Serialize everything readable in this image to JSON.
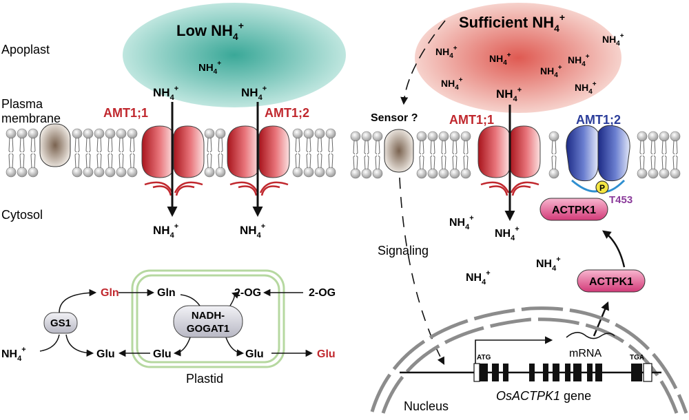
{
  "labels": {
    "apoplast": "Apoplast",
    "plasma_line1": "Plasma",
    "plasma_line2": "membrane",
    "cytosol": "Cytosol",
    "plastid": "Plastid",
    "nucleus": "Nucleus",
    "signaling": "Signaling"
  },
  "left": {
    "title": "Low NH",
    "title_sub": "4",
    "title_sup": "+",
    "amt11": "AMT1;1",
    "amt12": "AMT1;2",
    "nh4": "NH",
    "nh4_sub": "4",
    "nh4_sup": "+"
  },
  "right": {
    "title": "Sufficient NH",
    "title_sub": "4",
    "title_sup": "+",
    "sensor": "Sensor ?",
    "amt11": "AMT1;1",
    "amt12": "AMT1;2",
    "actpk1": "ACTPK1",
    "phospho": "P",
    "site": "T453",
    "mrna": "mRNA",
    "atg": "ATG",
    "tga": "TGA",
    "gene_name": "OsACTPK1",
    "gene_word": "gene"
  },
  "metabolism": {
    "gs1": "GS1",
    "gogat_line1": "NADH-",
    "gogat_line2": "GOGAT1",
    "gln": "Gln",
    "glu": "Glu",
    "og": "2-OG"
  },
  "colors": {
    "left_cloud": "#5fbfb2",
    "right_cloud": "#e06a60",
    "amt11_red": "#c0272d",
    "amt12_blue": "#2b3d9a",
    "actpk1_pink": "#d63a7c",
    "site_purple": "#8a3a9a",
    "plastid_green": "#b6d8a0",
    "gln_glu_red": "#c0272d"
  }
}
